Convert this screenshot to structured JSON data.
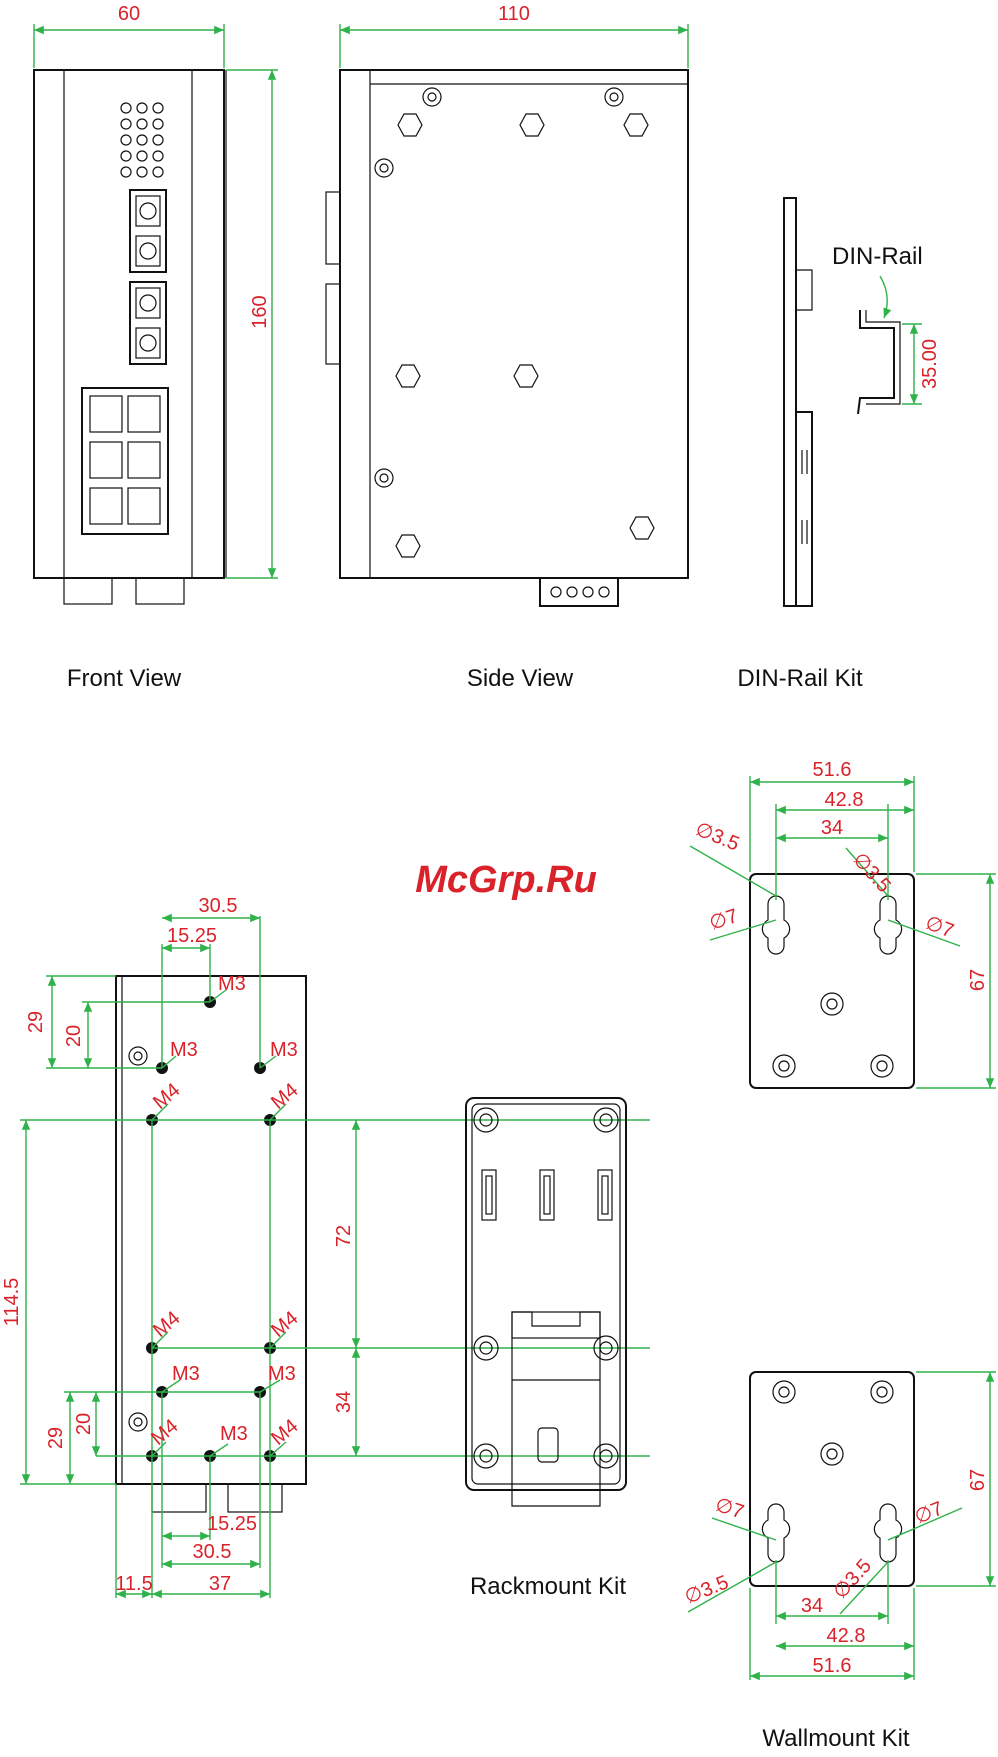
{
  "watermark": "McGrp.Ru",
  "captions": {
    "front_view": "Front View",
    "side_view": "Side View",
    "din_rail_kit": "DIN-Rail Kit",
    "rackmount_kit": "Rackmount Kit",
    "wallmount_kit": "Wallmount Kit"
  },
  "din_rail_label": "DIN-Rail",
  "front_dims": {
    "width": "60",
    "height": "160"
  },
  "side_dims": {
    "width": "110"
  },
  "din_dims": {
    "rail_height": "35.00"
  },
  "rack_dims": {
    "top_305": "30.5",
    "top_1525": "15.25",
    "left_29_top": "29",
    "left_20_top": "20",
    "left_1145": "114.5",
    "right_72": "72",
    "right_34": "34",
    "left_29_bot": "29",
    "left_20_bot": "20",
    "bot_1525": "15.25",
    "bot_305": "30.5",
    "bot_115": "11.5",
    "bot_37": "37",
    "m3": "M3",
    "m4": "M4"
  },
  "wall_top_dims": {
    "w516": "51.6",
    "w428": "42.8",
    "w34": "34",
    "h67": "67",
    "d35_left": "∅3.5",
    "d35_right": "∅3.5",
    "d7_left": "∅7",
    "d7_right": "∅7"
  },
  "wall_bot_dims": {
    "w516": "51.6",
    "w428": "42.8",
    "w34": "34",
    "h67": "67",
    "d35_left": "∅3.5",
    "d35_right": "∅3.5",
    "d7_left": "∅7",
    "d7_right": "∅7"
  },
  "colors": {
    "dimension": "#d9222a",
    "guide": "#2fb24a",
    "outline": "#111111"
  }
}
